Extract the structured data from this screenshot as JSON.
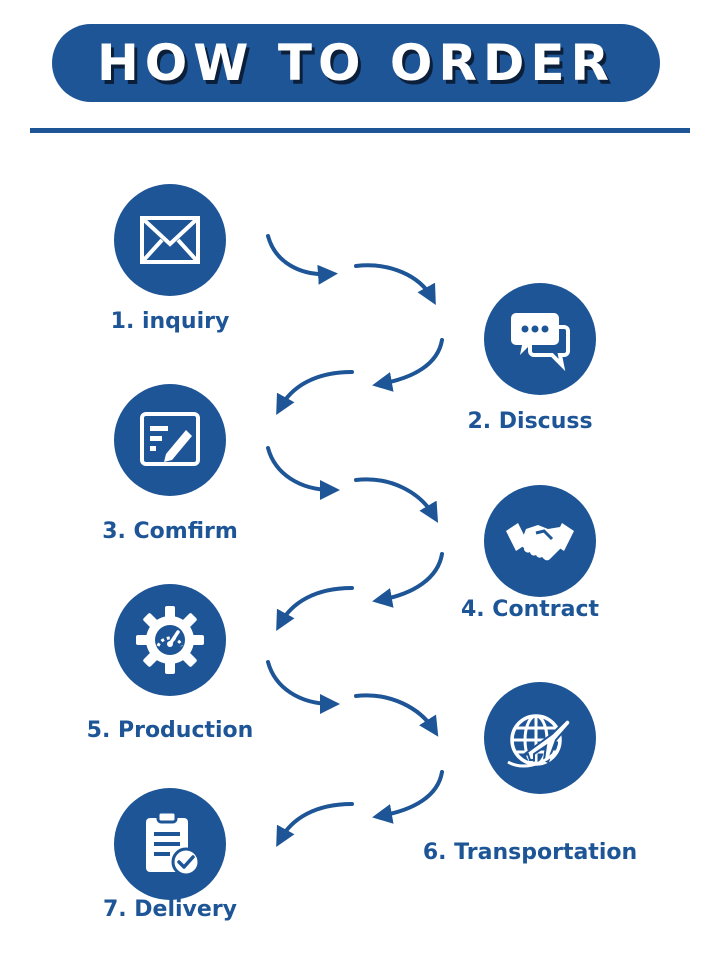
{
  "header": {
    "title": "HOW TO ORDER"
  },
  "colors": {
    "primary": "#1d5596",
    "text_shadow": "#0b1f3a",
    "background": "#ffffff"
  },
  "steps": [
    {
      "label": "1. inquiry",
      "icon": "envelope-icon"
    },
    {
      "label": "2. Discuss",
      "icon": "chat-bubbles-icon"
    },
    {
      "label": "3. Comfirm",
      "icon": "form-pen-icon"
    },
    {
      "label": "4. Contract",
      "icon": "handshake-icon"
    },
    {
      "label": "5. Production",
      "icon": "gear-gauge-icon"
    },
    {
      "label": "6. Transportation",
      "icon": "globe-airplane-icon"
    },
    {
      "label": "7. Delivery",
      "icon": "clipboard-check-icon"
    }
  ]
}
